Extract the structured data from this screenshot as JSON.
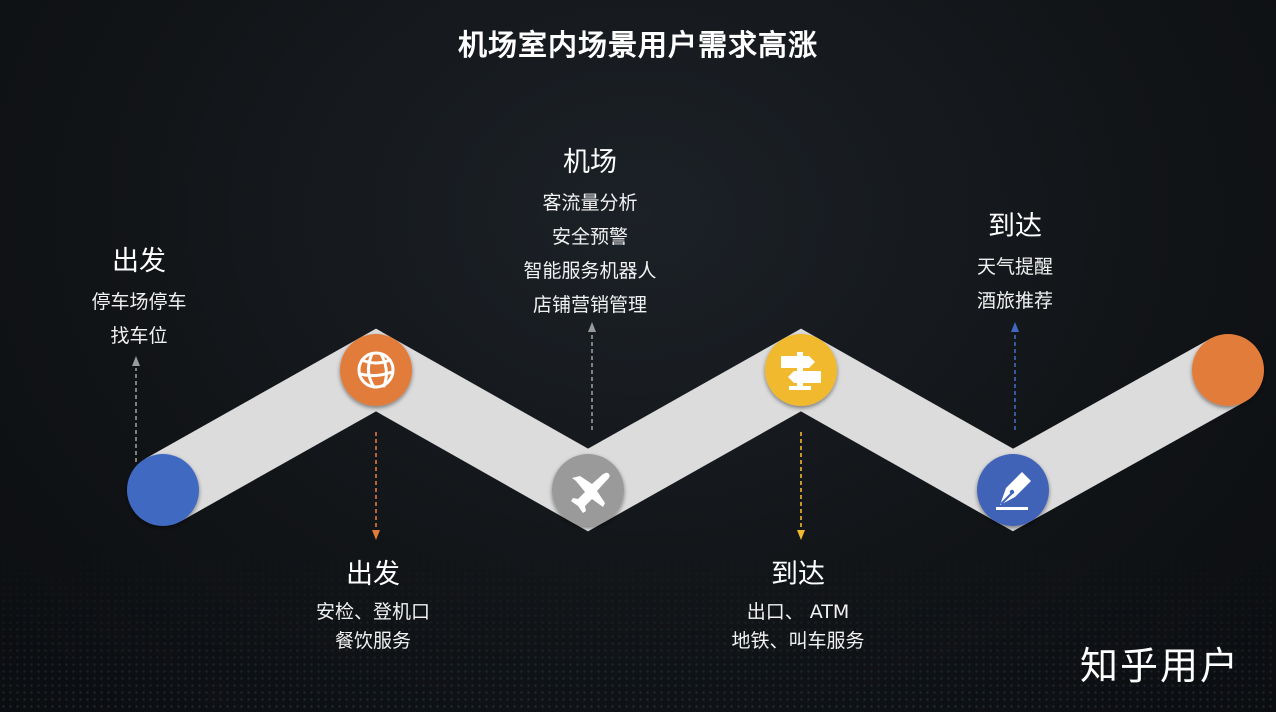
{
  "title": "机场室内场景用户需求高涨",
  "stages": {
    "depart_top": {
      "head": "出发",
      "items": [
        "停车场停车",
        "找车位"
      ]
    },
    "depart_bottom": {
      "head": "出发",
      "items": [
        "安检、登机口",
        "餐饮服务"
      ]
    },
    "airport": {
      "head": "机场",
      "items": [
        "客流量分析",
        "安全预警",
        "智能服务机器人",
        "店铺营销管理"
      ]
    },
    "arrive_bottom": {
      "head": "到达",
      "items": [
        "出口、 ATM",
        "地铁、叫车服务"
      ]
    },
    "arrive_top": {
      "head": "到达",
      "items": [
        "天气提醒",
        "酒旅推荐"
      ]
    }
  },
  "nodes": [
    {
      "name": "start-node",
      "icon": "none",
      "color": "#4169c2"
    },
    {
      "name": "depart-node",
      "icon": "basketball-icon",
      "color": "#e27b3a"
    },
    {
      "name": "airport-node",
      "icon": "airplane-icon",
      "color": "#9a9a9a"
    },
    {
      "name": "arrive-node",
      "icon": "signpost-icon",
      "color": "#f0b92d"
    },
    {
      "name": "destination-node",
      "icon": "pen-nib-icon",
      "color": "#3f64b8"
    },
    {
      "name": "end-node",
      "icon": "none",
      "color": "#e27b3a"
    }
  ],
  "colors": {
    "path": "#dcdcdc",
    "arrow_gray": "#9a9a9a",
    "arrow_orange": "#e27b3a",
    "arrow_yellow": "#f0b92d",
    "arrow_blue": "#4169c2"
  },
  "watermark": "知乎用户"
}
